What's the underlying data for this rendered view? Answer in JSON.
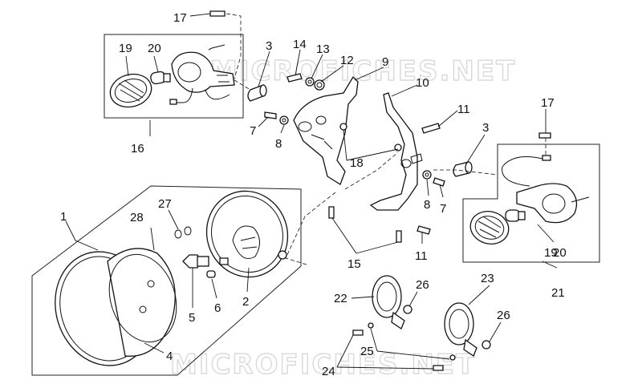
{
  "watermark": {
    "top": "MICROFICHES.NET",
    "bottom": "MICROFICHES.NET"
  },
  "labels": {
    "p1": "1",
    "p2": "2",
    "p3a": "3",
    "p3b": "3",
    "p4": "4",
    "p5": "5",
    "p6": "6",
    "p7a": "7",
    "p7b": "7",
    "p8a": "8",
    "p8b": "8",
    "p9": "9",
    "p10": "10",
    "p11a": "11",
    "p11b": "11",
    "p12": "12",
    "p13": "13",
    "p14": "14",
    "p15": "15",
    "p16": "16",
    "p17a": "17",
    "p17b": "17",
    "p18": "18",
    "p19a": "19",
    "p19b": "19",
    "p20a": "20",
    "p20b": "20",
    "p21": "21",
    "p22": "22",
    "p23": "23",
    "p24": "24",
    "p25": "25",
    "p26a": "26",
    "p26b": "26",
    "p27": "27",
    "p28": "28"
  }
}
